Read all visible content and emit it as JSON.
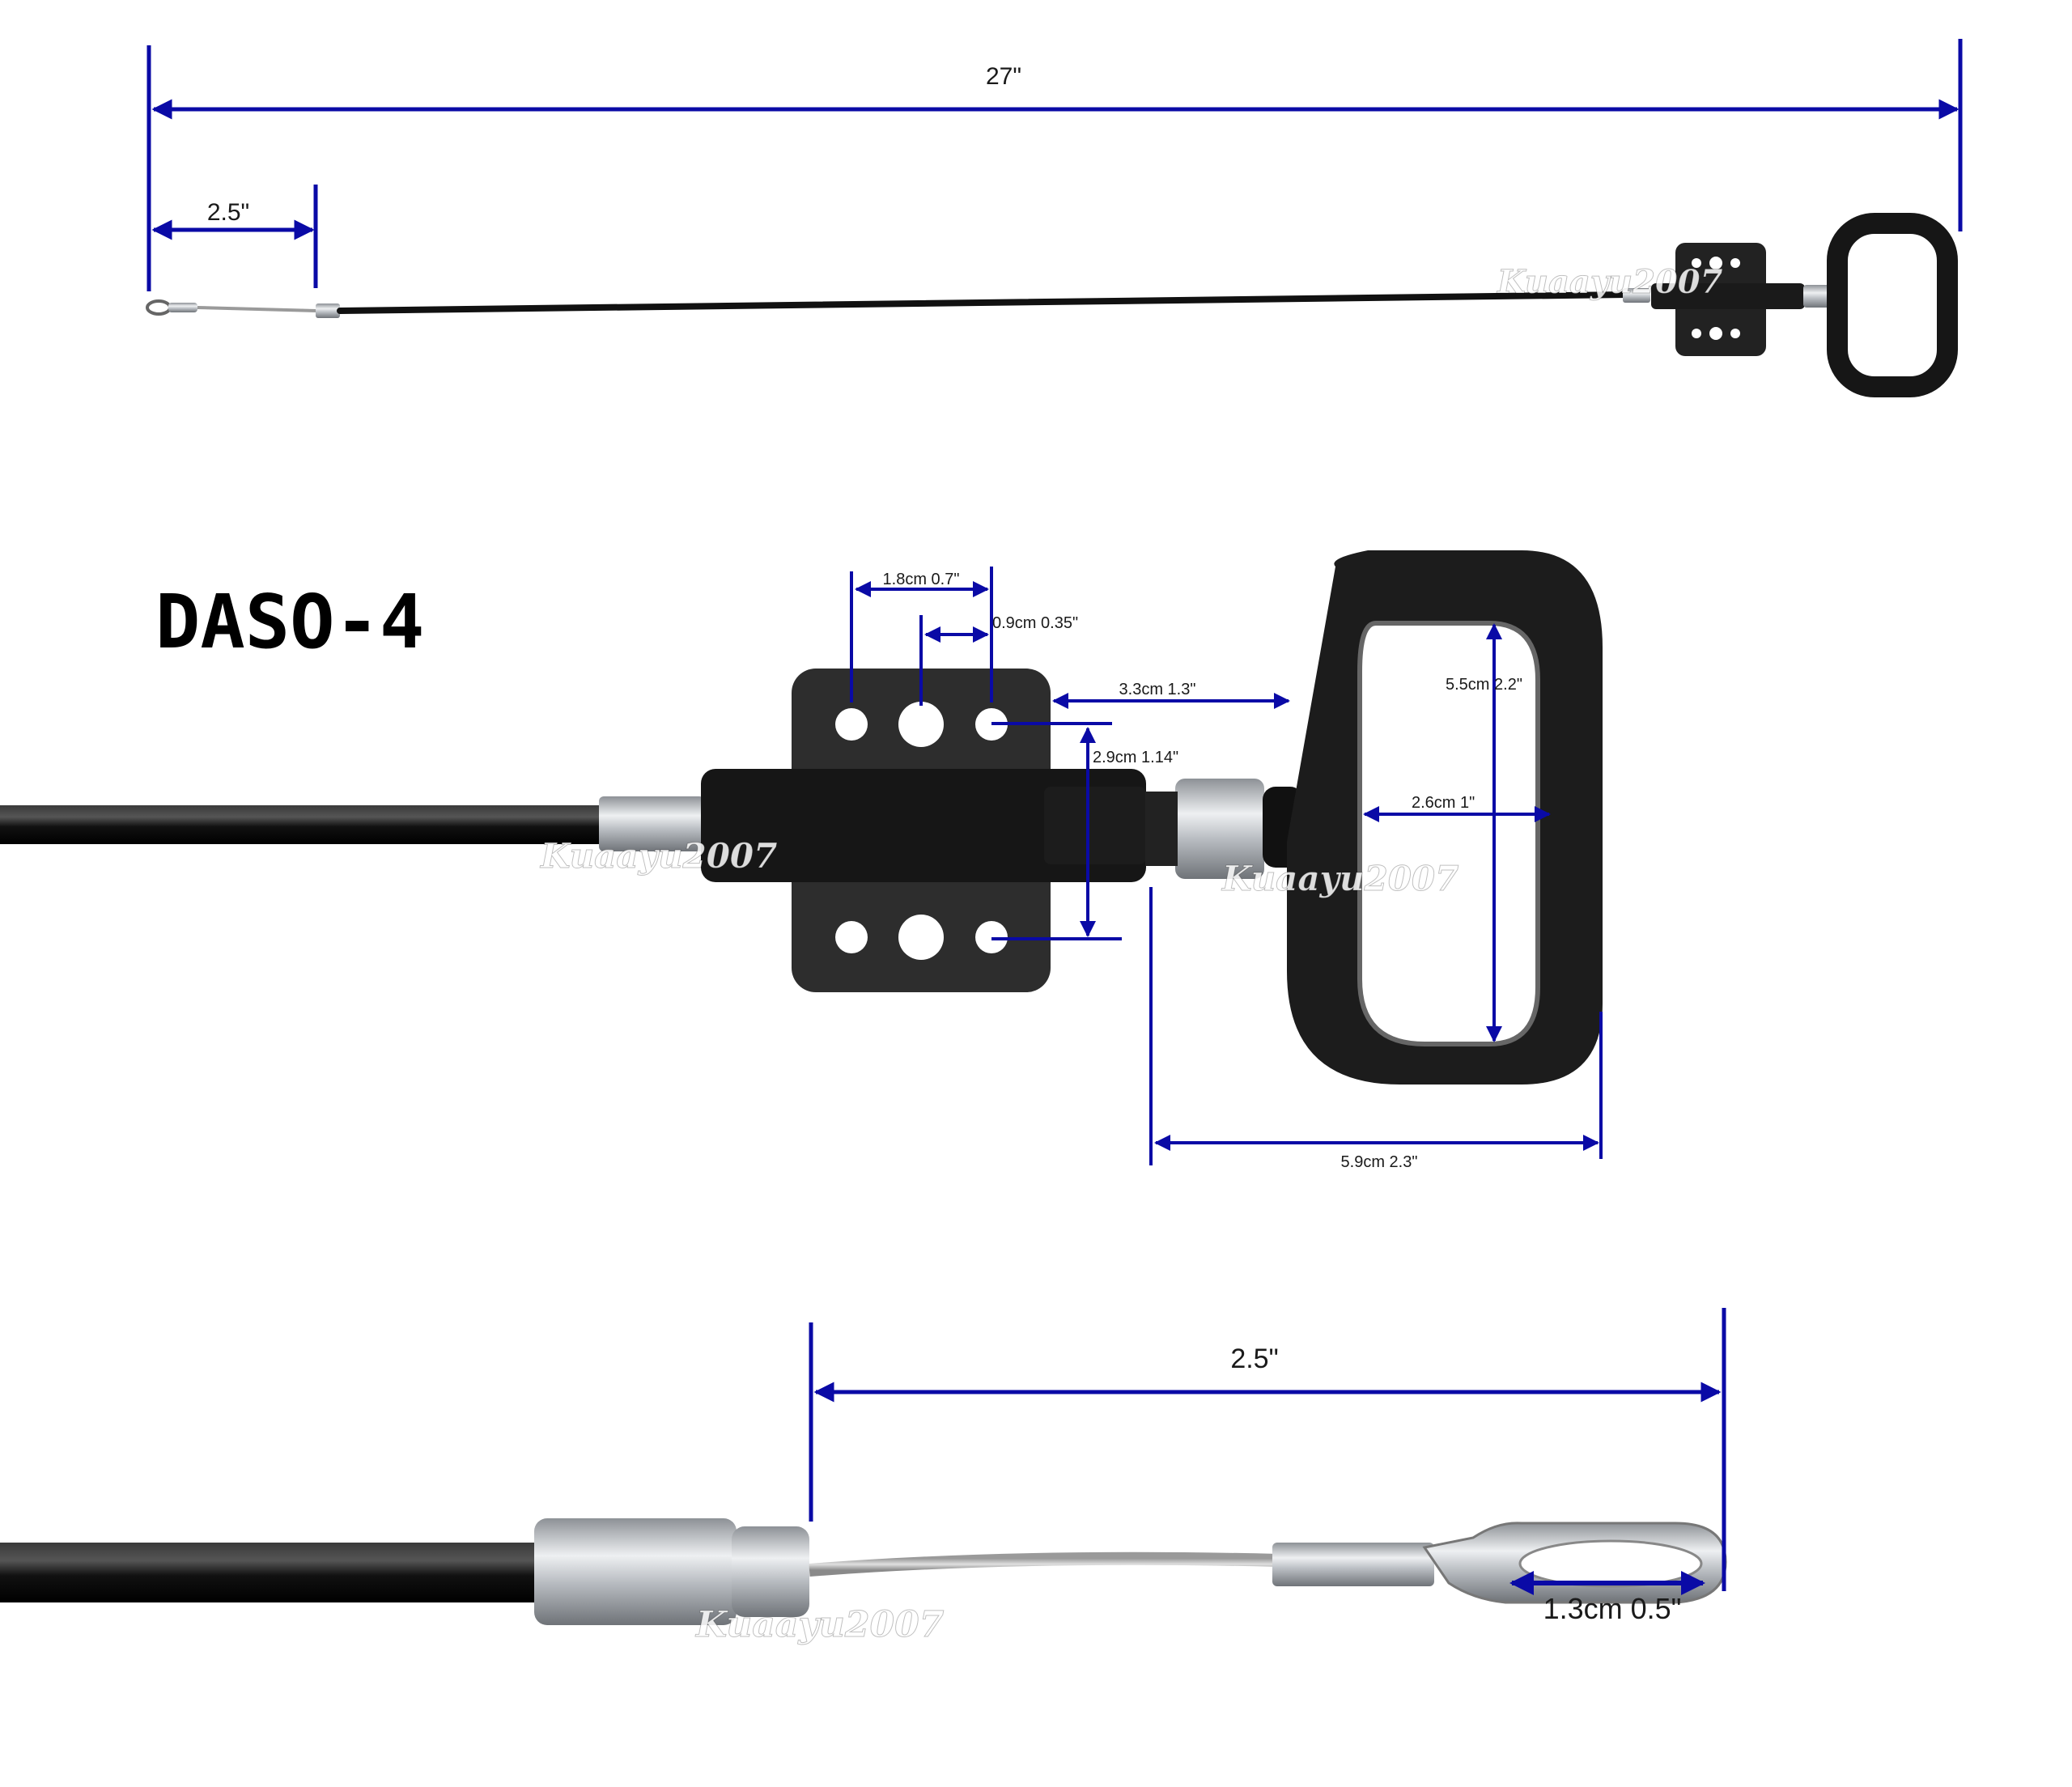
{
  "product_code": "DASO-4",
  "watermark": "Kuaayu2007",
  "colors": {
    "dimension_line": "#0a0aa6",
    "cable": "#111111",
    "metal": "#c9ccd0",
    "handle": "#1b1b1b",
    "plate": "#2a2a2a"
  },
  "overview": {
    "total_length": "27\"",
    "end_length": "2.5\""
  },
  "handle_detail": {
    "hole_span": "1.8cm 0.7\"",
    "hole_spacing": "0.9cm 0.35\"",
    "plate_to_handle": "3.3cm 1.3\"",
    "handle_inner_height": "5.5cm 2.2\"",
    "hole_row_spacing": "2.9cm 1.14\"",
    "handle_inner_width": "2.6cm 1\"",
    "handle_total_length": "5.9cm 2.3\""
  },
  "end_detail": {
    "wire_length": "2.5\"",
    "eyelet_length": "1.3cm 0.5\""
  }
}
